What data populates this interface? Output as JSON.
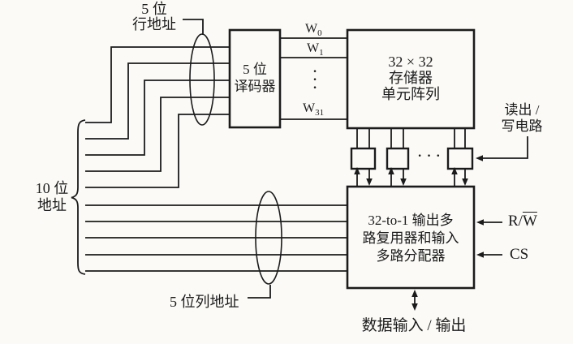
{
  "figure": {
    "row_address": {
      "line1": "5 位",
      "line2": "行地址"
    },
    "decoder": {
      "line1": "5 位",
      "line2": "译码器"
    },
    "memory_array": {
      "line1": "32 × 32",
      "line2": "存储器",
      "line3": "单元阵列"
    },
    "mux": {
      "line1": "32-to-1 输出多",
      "line2": "路复用器和输入",
      "line3": "多路分配器"
    },
    "address_bus": {
      "line1": "10 位",
      "line2": "地址"
    },
    "column_address": "5 位列地址",
    "read_write_circuit": {
      "line1": "读出 /",
      "line2": "写电路"
    },
    "word_lines": [
      {
        "base": "W",
        "sub": "0"
      },
      {
        "base": "W",
        "sub": "1"
      },
      {
        "base": "W",
        "sub": "31"
      }
    ],
    "vertical_dot": "·",
    "horizontal_dots": "· · ·",
    "rw_signal": {
      "prefix": "R/",
      "overlined": "W"
    },
    "cs_signal": "CS",
    "data_io": "数据输入 / 输出",
    "colors": {
      "ink": "#1b1b1b",
      "paper": "#fbfaf7"
    }
  }
}
